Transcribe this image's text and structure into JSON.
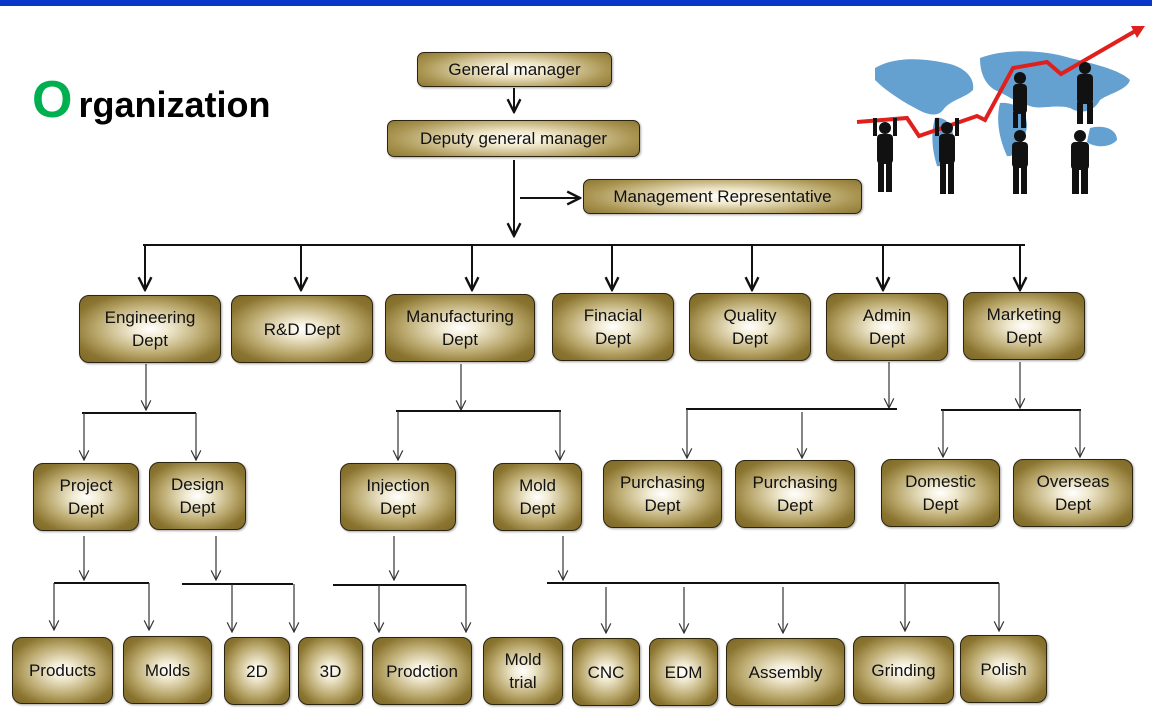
{
  "header": {
    "title_initial": "O",
    "title_rest": "rganization"
  },
  "colors": {
    "top_bar": "#0a37c8",
    "title_initial": "#00b050",
    "box_dark": "#7d6828",
    "box_light": "#ffffff",
    "arrow_red": "#e0201c"
  },
  "illustration": {
    "icon": "growth-teamwork-illustration-icon"
  },
  "top": {
    "general_manager": "General manager",
    "deputy_general_manager": "Deputy general manager",
    "management_representative": "Management Representative"
  },
  "departments": {
    "engineering": [
      "Engineering",
      "Dept"
    ],
    "rd": [
      "R&D Dept"
    ],
    "manufacturing": [
      "Manufacturing",
      "Dept"
    ],
    "financial": [
      "Finacial",
      "Dept"
    ],
    "quality": [
      "Quality",
      "Dept"
    ],
    "admin": [
      "Admin",
      "Dept"
    ],
    "marketing": [
      "Marketing",
      "Dept"
    ]
  },
  "sub_departments": {
    "project": [
      "Project",
      "Dept"
    ],
    "design": [
      "Design",
      "Dept"
    ],
    "injection": [
      "Injection",
      "Dept"
    ],
    "mold": [
      "Mold",
      "Dept"
    ],
    "purchasing_1": [
      "Purchasing",
      "Dept"
    ],
    "purchasing_2": [
      "Purchasing",
      "Dept"
    ],
    "domestic": [
      "Domestic",
      "Dept"
    ],
    "overseas": [
      "Overseas",
      "Dept"
    ]
  },
  "units": {
    "products": "Products",
    "molds": "Molds",
    "two_d": "2D",
    "three_d": "3D",
    "production": "Prodction",
    "mold_trial": [
      "Mold",
      "trial"
    ],
    "cnc": "CNC",
    "edm": "EDM",
    "assembly": "Assembly",
    "grinding": "Grinding",
    "polish": "Polish"
  }
}
